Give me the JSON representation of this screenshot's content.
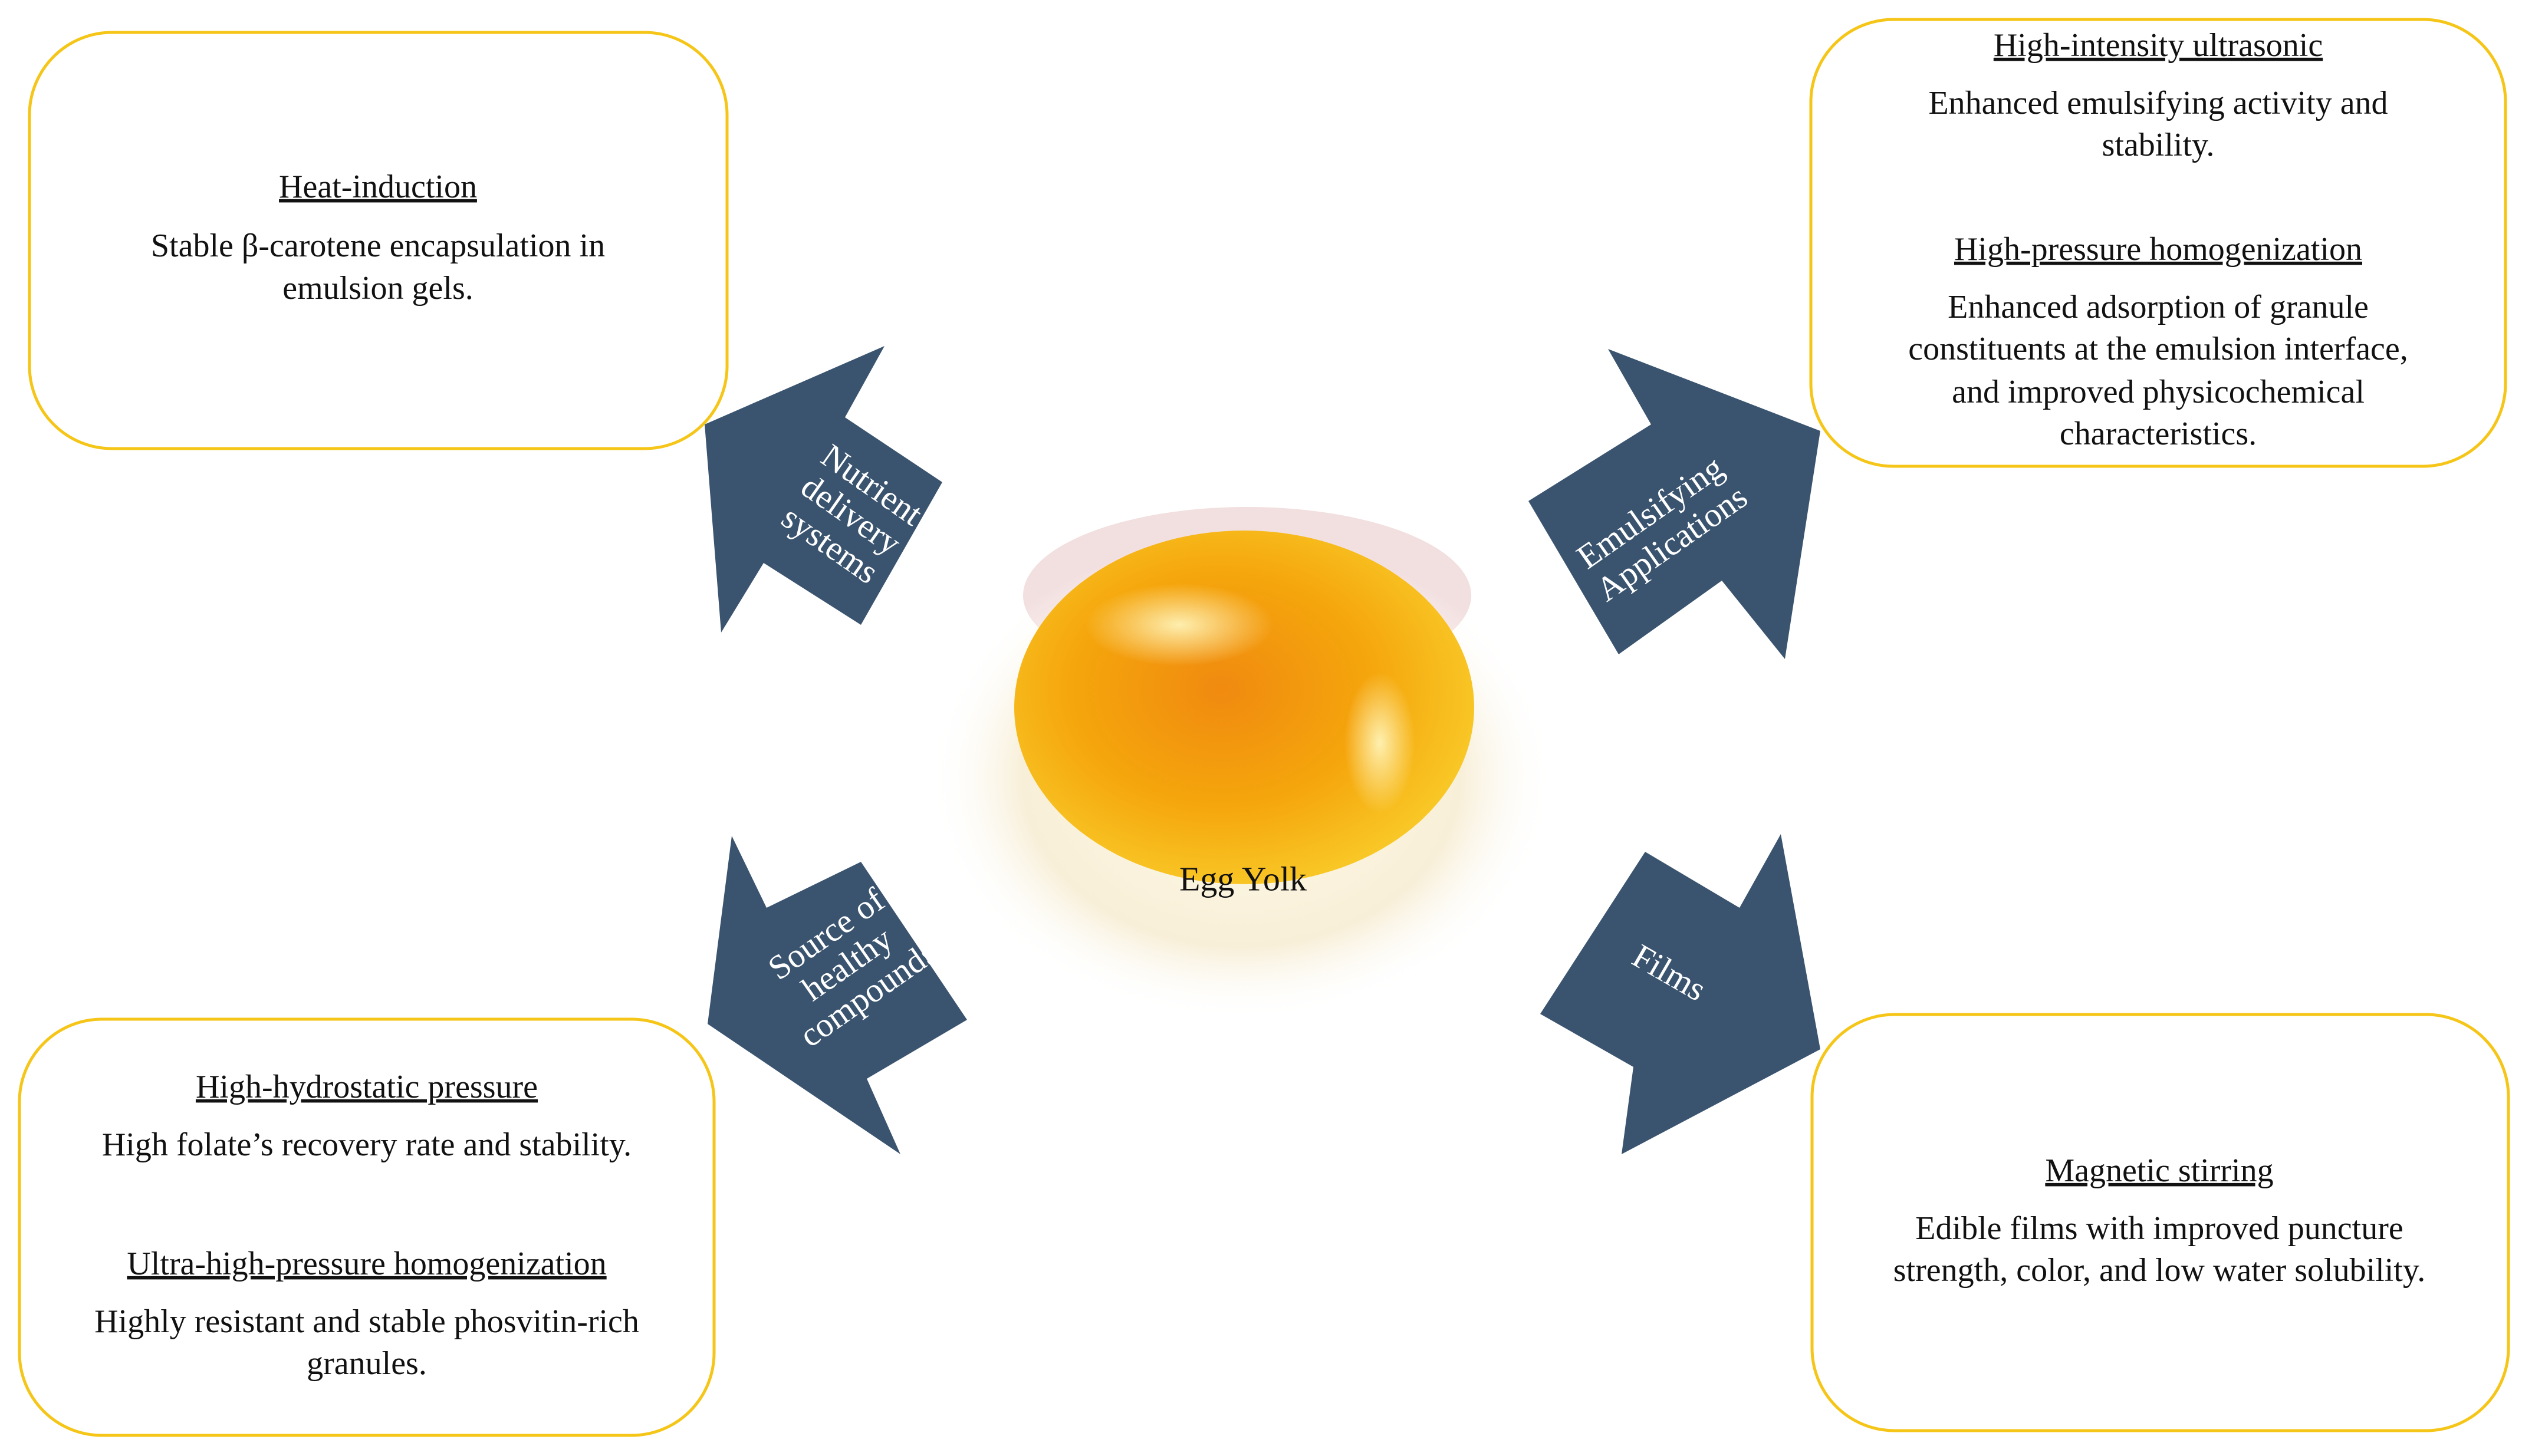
{
  "center": {
    "label": "Egg Yolk"
  },
  "colors": {
    "arrow": "#3a546f",
    "box_border": "#f5c518"
  },
  "arrows": {
    "nutrient": [
      "Nutrient",
      "delivery",
      "systems"
    ],
    "emulsifying": [
      "Emulsifying",
      "Applications"
    ],
    "source": [
      "Source of",
      "healthy",
      "compounds"
    ],
    "films": [
      "Films"
    ]
  },
  "boxes": {
    "top_left": {
      "title": "Heat-induction",
      "lines": [
        "Stable β-carotene encapsulation in",
        "emulsion gels."
      ]
    },
    "top_right": {
      "title1": "High-intensity ultrasonic",
      "lines1": [
        "Enhanced emulsifying activity and",
        "stability."
      ],
      "title2": "High-pressure homogenization",
      "lines2": [
        "Enhanced adsorption of granule",
        "constituents at the emulsion interface,",
        "and improved physicochemical",
        "characteristics."
      ]
    },
    "bottom_left": {
      "title1": "High-hydrostatic pressure",
      "lines1": [
        "High folate’s recovery rate and stability."
      ],
      "title2": "Ultra-high-pressure homogenization",
      "lines2": [
        "Highly resistant and stable phosvitin-rich",
        "granules."
      ]
    },
    "bottom_right": {
      "title": "Magnetic stirring",
      "lines": [
        "Edible films with improved puncture",
        "strength, color, and low water solubility."
      ]
    }
  }
}
